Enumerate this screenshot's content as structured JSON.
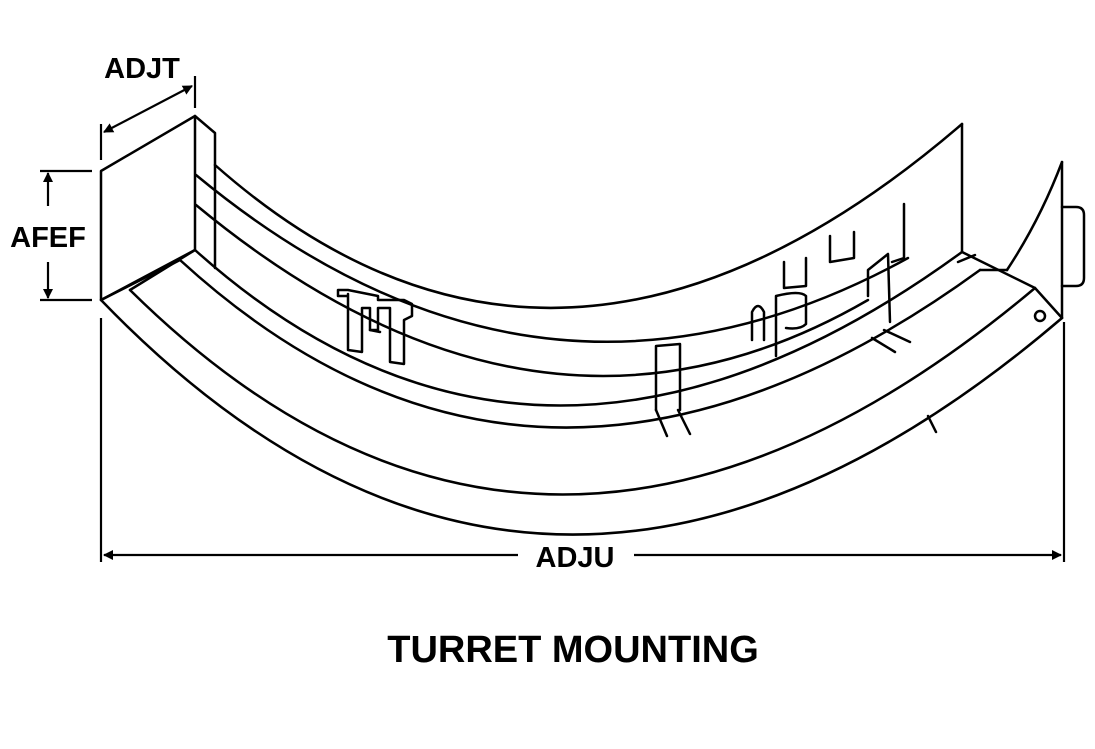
{
  "diagram": {
    "caption": "TURRET MOUNTING",
    "dimensions": {
      "depth": "ADJT",
      "height": "AFEF",
      "width": "ADJU"
    }
  },
  "colors": {
    "line": "#000000",
    "background": "#ffffff"
  }
}
